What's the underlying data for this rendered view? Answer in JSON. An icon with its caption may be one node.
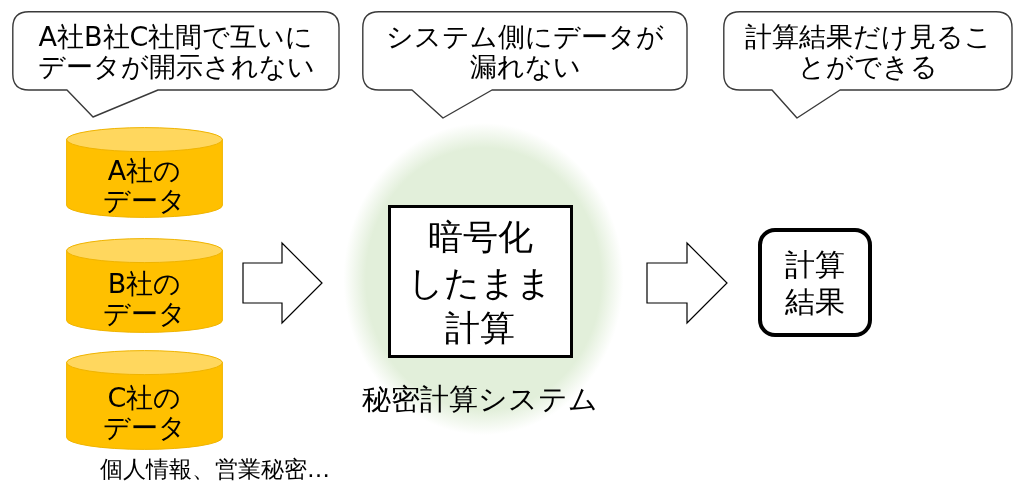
{
  "diagram": {
    "nodes": [
      {
        "text": [
          "A社B社C社間で互いにデータが開示されない"
        ]
      },
      {
        "text": [
          "システム側にデータが漏れない"
        ]
      },
      {
        "text": [
          "計算結果だけ見ることができる"
        ]
      },
      {
        "text": [
          "A社のデータ"
        ]
      },
      {
        "text": [
          "B社のデータ"
        ]
      },
      {
        "text": [
          "C社のデータ"
        ]
      },
      {
        "text": [
          "秘密計算システム"
        ]
      },
      {
        "text": [
          "暗号化したまま計算"
        ],
        "in": 6
      },
      {
        "text": [
          "計算結果"
        ]
      }
    ],
    "edges": [
      {
        "from": 4,
        "to": 6,
        "arrow": "to"
      },
      {
        "from": 6,
        "to": 8,
        "arrow": "to"
      }
    ],
    "labels": [
      "個人情報、営業秘密…"
    ]
  }
}
